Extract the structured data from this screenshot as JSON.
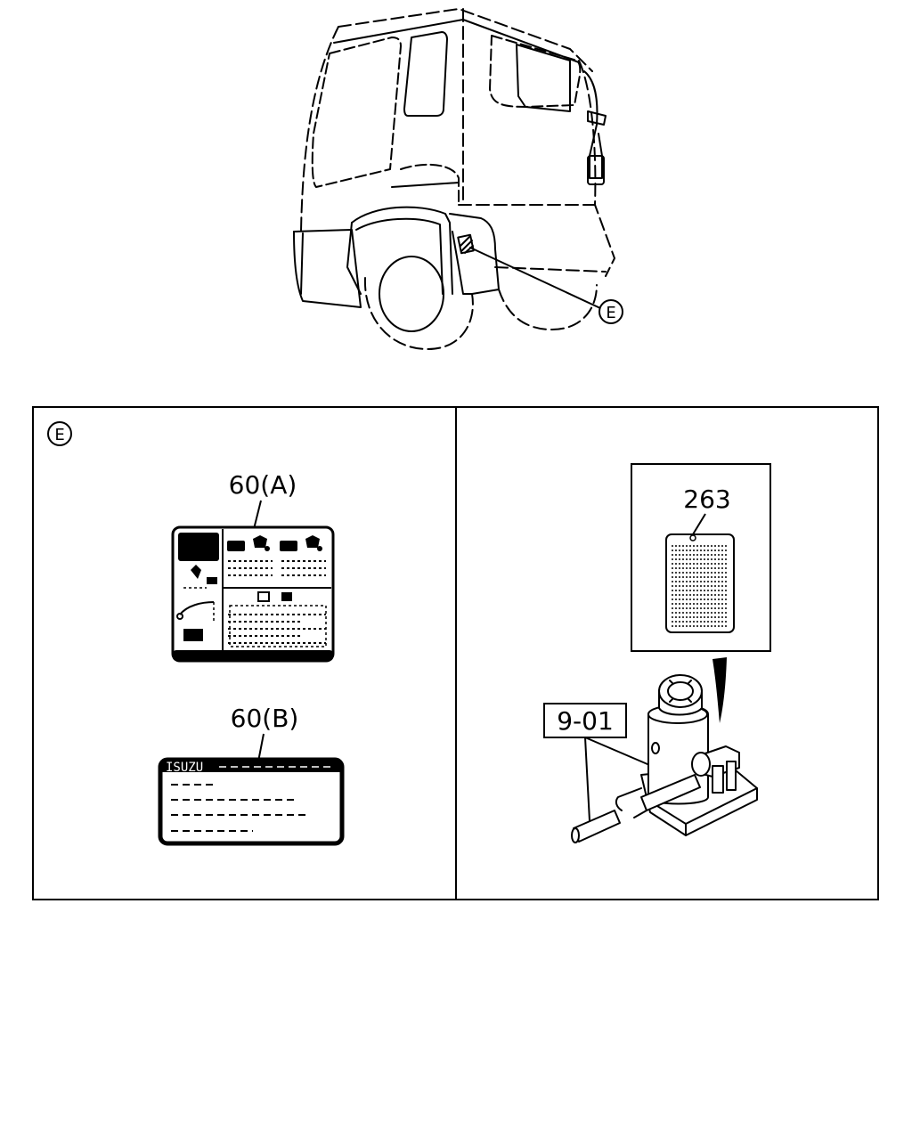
{
  "callout_top": {
    "letter": "E"
  },
  "panel_left": {
    "section_letter": "E",
    "label_a": {
      "ref": "60(A)"
    },
    "label_b": {
      "ref": "60(B)",
      "brand_text": "ISUZU"
    }
  },
  "panel_right": {
    "tag_ref": "263",
    "jack_ref": "9-01"
  }
}
